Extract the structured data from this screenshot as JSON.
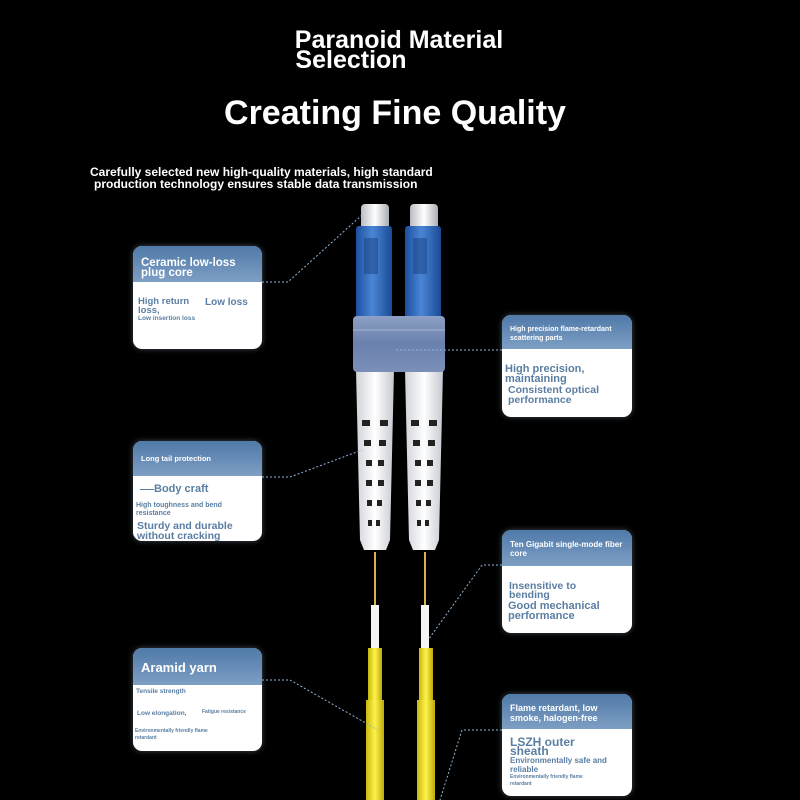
{
  "header": {
    "title_line1": "Paranoid Material",
    "title_line2": "Selection",
    "headline": "Creating Fine Quality",
    "subtitle_line1": "Carefully selected new high-quality materials, high standard",
    "subtitle_line2": "production technology ensures stable data transmission"
  },
  "cards": {
    "ceramic": {
      "title": "Ceramic low-loss plug core",
      "f1": "High return loss,",
      "f2": "Low loss",
      "f3": "Low insertion loss"
    },
    "flame_parts": {
      "title": "High precision flame-retardant scattering parts",
      "f1": "High precision, maintaining",
      "f2": "Consistent optical performance"
    },
    "tail": {
      "title": "Long tail protection",
      "f1": "Body craft",
      "f2": "High toughness and bend resistance",
      "f3": "Sturdy and durable without cracking"
    },
    "fiber": {
      "title": "Ten Gigabit single-mode fiber core",
      "f1": "Insensitive to bending",
      "f2": "Good mechanical performance"
    },
    "aramid": {
      "title": "Aramid yarn",
      "f1": "Tensile strength",
      "f2": "Low elongation,",
      "f3": "Fatigue resistance",
      "f4": "Environmentally friendly flame retardant"
    },
    "lszh": {
      "title": "Flame retardant, low smoke, halogen-free",
      "f1": "LSZH outer sheath",
      "f2": "Environmentally safe and reliable",
      "f3": "Environmentally friendly flame retardant"
    }
  },
  "colors": {
    "background": "#000000",
    "card_header": "#5f87b3",
    "card_text": "#5a7ea3",
    "connector_blue": "#2f63b8",
    "cable_yellow": "#f2e21a"
  }
}
